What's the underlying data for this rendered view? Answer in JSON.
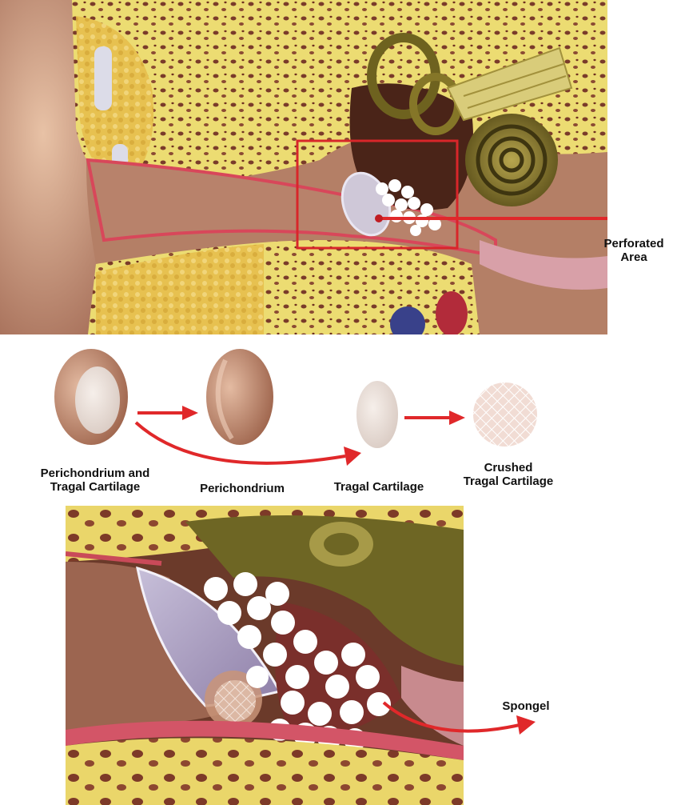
{
  "labels": {
    "perforated_area": [
      "Perforated",
      "Area"
    ],
    "perichondrium_and_tragal": [
      "Perichondrium and",
      "Tragal Cartilage"
    ],
    "perichondrium": "Perichondrium",
    "tragal_cartilage": "Tragal Cartilage",
    "crushed_tragal": [
      "Crushed",
      "Tragal Cartilage"
    ],
    "spongel": "Spongel"
  },
  "colors": {
    "arrow": "#e0282a",
    "highlight_box": "#d8262a",
    "bone": "#e9d96a",
    "skin": "#c99a7f",
    "cochlea": "#8a7a2e"
  },
  "icons": [
    "ear-cross-section-illustration",
    "graft-icon",
    "arrow-icon",
    "sponge-pellet-icon"
  ]
}
